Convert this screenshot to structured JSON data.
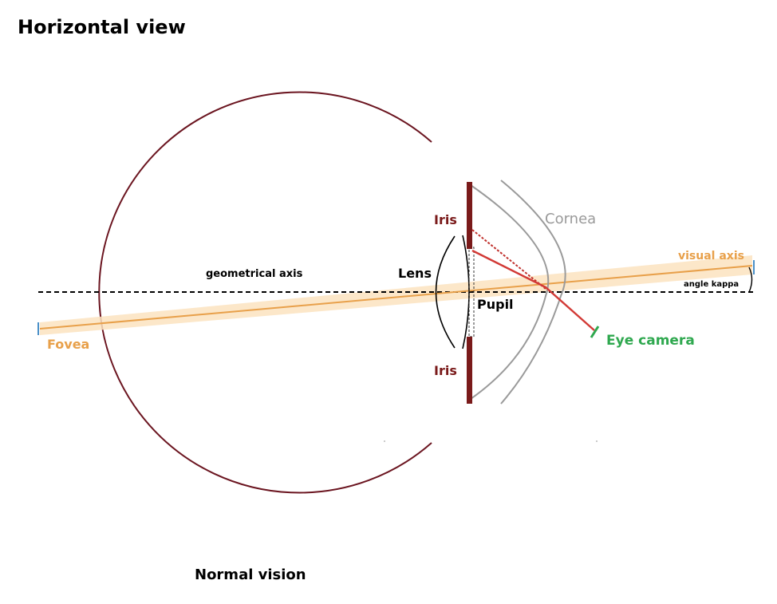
{
  "title": "Horizontal view",
  "caption": "Normal vision",
  "labels": {
    "geometrical_axis": "geometrical axis",
    "lens": "Lens",
    "pupil": "Pupil",
    "iris_top": "Iris",
    "iris_bottom": "Iris",
    "cornea": "Cornea",
    "visual_axis": "visual axis",
    "angle_kappa": "angle kappa",
    "eye_camera": "Eye camera",
    "fovea": "Fovea"
  },
  "colors": {
    "eyeball": "#6b1520",
    "iris": "#7a1a1a",
    "cornea": "#9a9a9a",
    "visual_axis": "#e8a04a",
    "visual_axis_band": "#fbe3c0",
    "eye_camera": "#2fa84f",
    "camera_ray": "#d23a36",
    "axis_line": "#000000",
    "fovea_marker": "#4a90c8"
  }
}
